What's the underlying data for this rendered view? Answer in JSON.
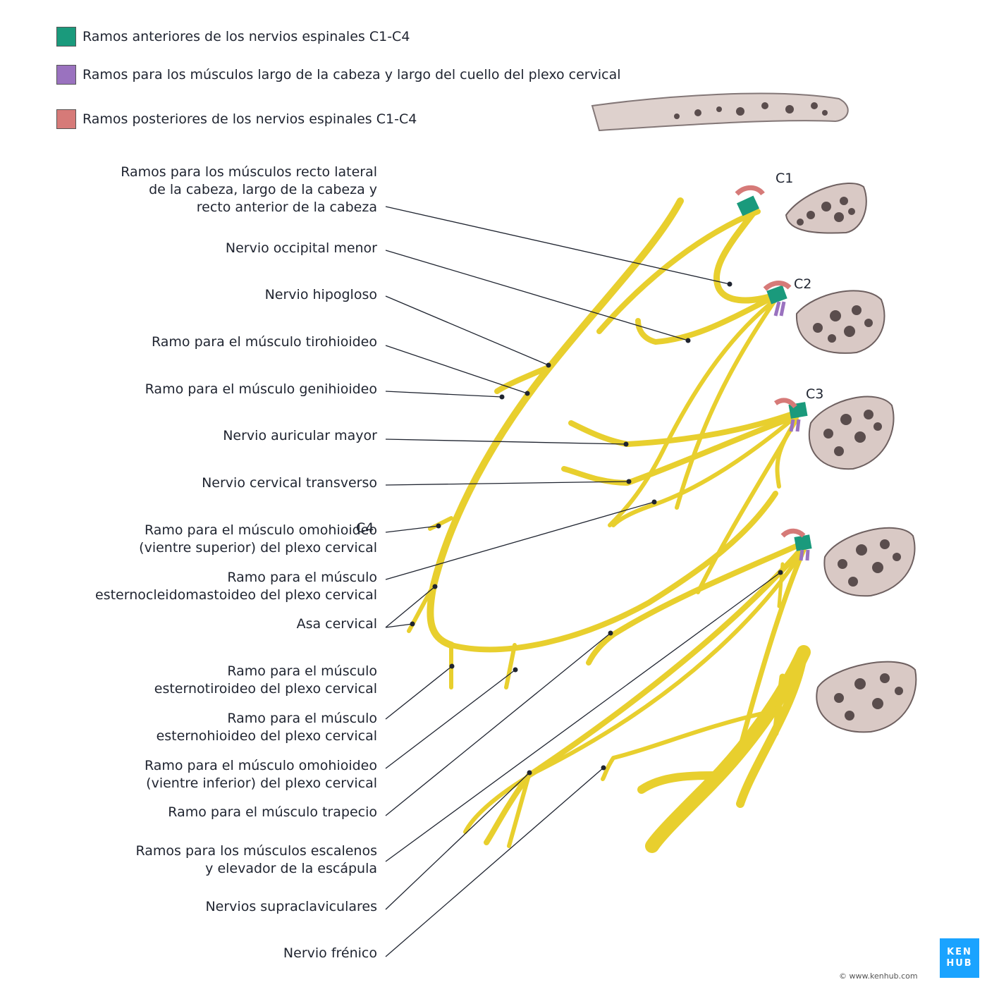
{
  "legend": [
    {
      "label": "Ramos anteriores de los nervios espinales C1-C4",
      "color": "#1a9a7c"
    },
    {
      "label": "Ramos para los músculos largo de la cabeza y largo del cuello del plexo cervical",
      "color": "#9a72bf"
    },
    {
      "label": "Ramos posteriores de los nervios espinales C1-C4",
      "color": "#d67a78"
    }
  ],
  "labels": [
    "Ramos para los músculos recto lateral\nde la cabeza, largo de la cabeza y\nrecto anterior de la cabeza",
    "Nervio occipital menor",
    "Nervio hipogloso",
    "Ramo para el músculo tirohioideo",
    "Ramo para el músculo genihioideo",
    "Nervio auricular mayor",
    "Nervio cervical transverso",
    "Ramo para el músculo omohioideo\n(vientre superior) del plexo cervical",
    "Ramo para el músculo\nesternocleidomastoideo del plexo cervical",
    "Asa cervical",
    "Ramo para el músculo\nesternotiroideo del plexo cervical",
    "Ramo para el músculo\nesternohioideo del plexo cervical",
    "Ramo para el músculo omohioideo\n(vientre inferior) del plexo cervical",
    "Ramo para el músculo trapecio",
    "Ramos para los músculos escalenos\ny elevador de la escápula",
    "Nervios supraclaviculares",
    "Nervio frénico"
  ],
  "vertebrae": [
    "C1",
    "C2",
    "C3",
    "C4"
  ],
  "colors": {
    "nerve": "#e8cf2e",
    "nerve_edge": "#bfa418",
    "bone": "#d9c9c5",
    "bone_edge": "#6e6060"
  },
  "logo": {
    "line1": "KEN",
    "line2": "HUB"
  },
  "credit": "© www.kenhub.com"
}
